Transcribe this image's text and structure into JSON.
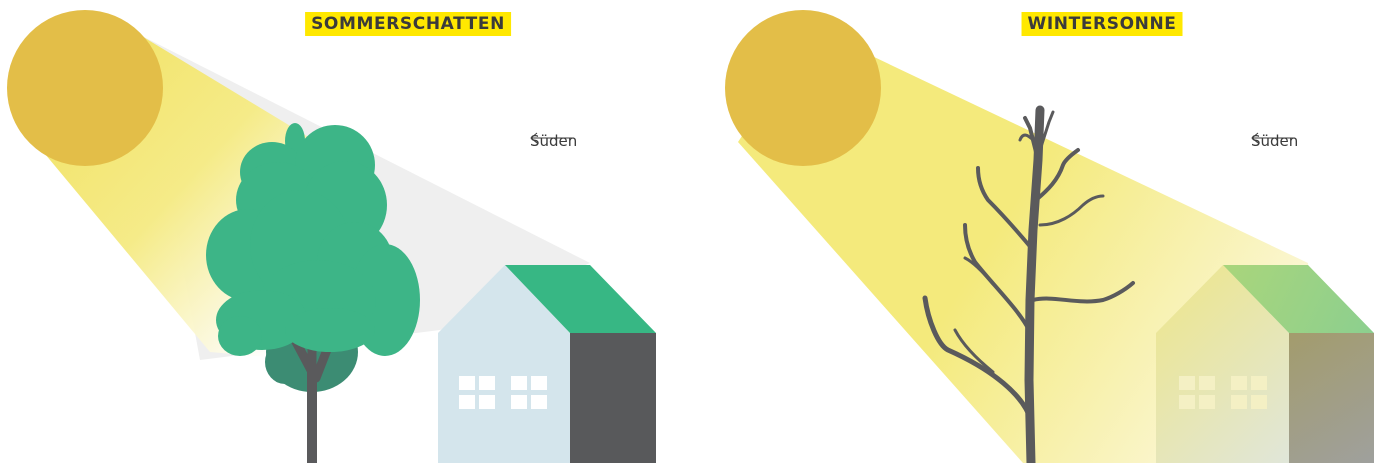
{
  "colors": {
    "sun": "#e3be48",
    "sunbeam": "#f4ea7c",
    "foliage": "#3db587",
    "foliage_dark": "#3c8c73",
    "trunk": "#5a5a5c",
    "roof": "#37b784",
    "house_wall": "#d4e5ec",
    "house_side": "#58595b",
    "window": "#ffffff",
    "shadow": "#efefef",
    "title_highlight": "#ffe800",
    "text": "#3b3b3b"
  },
  "summer": {
    "title": "SOMMERSCHATTEN",
    "direction_label": "Süden",
    "arrow_icon": "left-arrow-icon"
  },
  "winter": {
    "title": "WINTERSONNE",
    "direction_label": "Süden",
    "arrow_icon": "left-arrow-icon"
  }
}
